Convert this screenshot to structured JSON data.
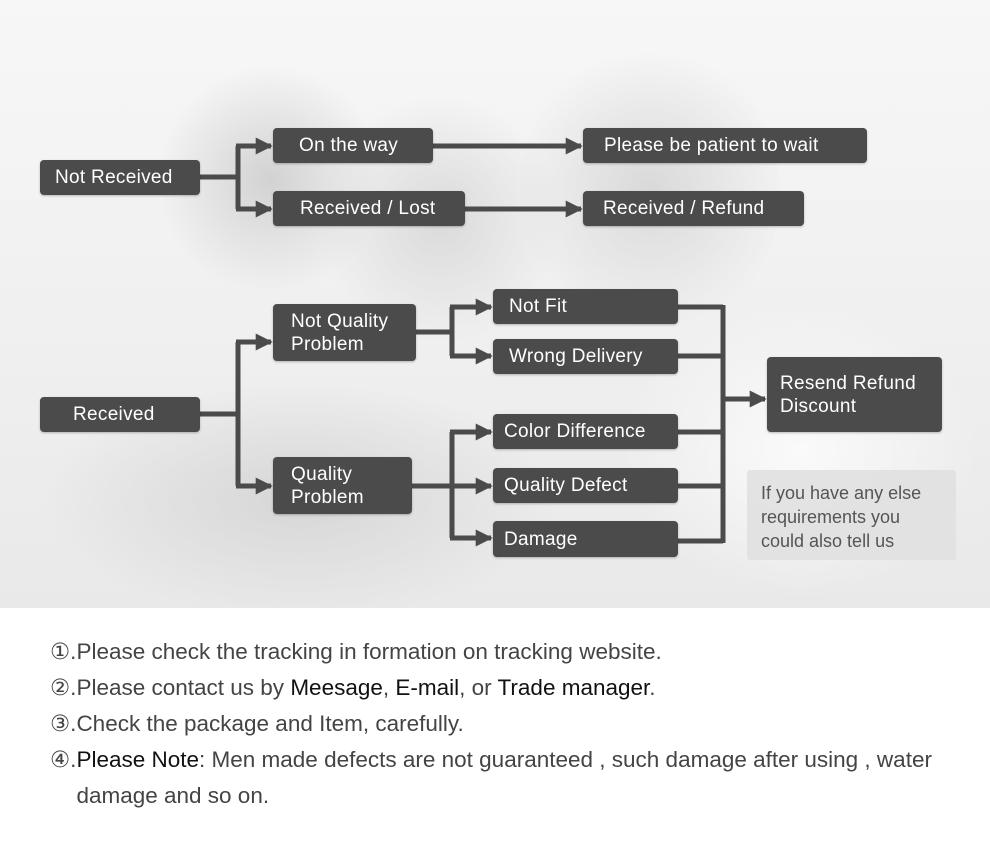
{
  "diagram": {
    "nodes": {
      "not_received": "Not Received",
      "on_the_way": "On the way",
      "received_lost": "Received / Lost",
      "please_wait": "Please be patient to wait",
      "received_refund": "Received / Refund",
      "received": "Received",
      "not_quality_problem": "Not Quality\nProblem",
      "quality_problem": "Quality\nProblem",
      "not_fit": "Not Fit",
      "wrong_delivery": "Wrong Delivery",
      "color_difference": "Color Difference",
      "quality_defect": "Quality Defect",
      "damage": "Damage",
      "resend_refund_discount": "Resend Refund\nDiscount"
    },
    "note": "If you have any else\nrequirements you\ncould also tell us",
    "colors": {
      "node_fill": "#4b4b4b",
      "node_text": "#ffffff",
      "connector": "#4b4b4b",
      "note_fill": "#e1e1e1",
      "note_text": "#555555"
    }
  },
  "steps": [
    {
      "num": "①.",
      "parts": [
        {
          "t": " Please check the tracking in formation on tracking website."
        }
      ]
    },
    {
      "num": "②.",
      "parts": [
        {
          "t": " Please contact us by "
        },
        {
          "t": "Meesage",
          "bold": true
        },
        {
          "t": ", "
        },
        {
          "t": "E-mail",
          "bold": true
        },
        {
          "t": ", or "
        },
        {
          "t": "Trade manager",
          "bold": true
        },
        {
          "t": "."
        }
      ]
    },
    {
      "num": "③.",
      "parts": [
        {
          "t": " Check the package and Item, carefully."
        }
      ]
    },
    {
      "num": "④.",
      "parts": [
        {
          "t": " "
        },
        {
          "t": "Please Note",
          "bold": true
        },
        {
          "t": ": Men made defects are not guaranteed , such damage after using , water damage and so on."
        }
      ]
    }
  ]
}
